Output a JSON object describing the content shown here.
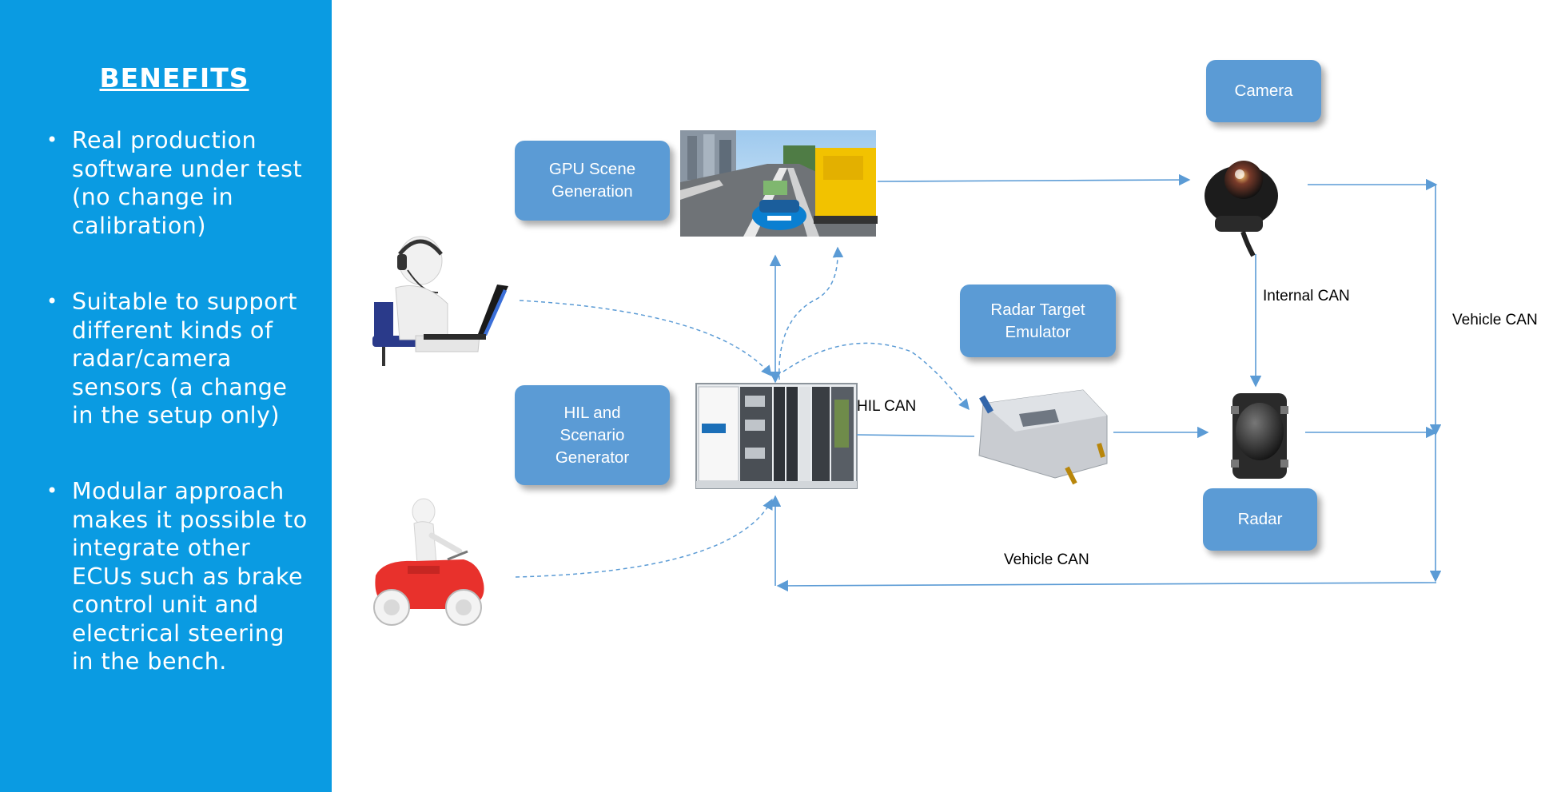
{
  "sidebar": {
    "title": "BENEFITS",
    "bullets": [
      "Real production software under test (no change in calibration)",
      "Suitable to support different kinds of radar/camera sensors (a change in the setup only)",
      "Modular approach makes it possible to integrate other ECUs such as brake control unit and electrical steering in the bench."
    ],
    "bullet_glyph": "•",
    "background_color": "#0a9be2"
  },
  "diagram": {
    "boxes": {
      "gpu": "GPU Scene Generation",
      "hil": "HIL and Scenario Generator",
      "radar_target": "Radar Target Emulator",
      "camera": "Camera",
      "radar": "Radar"
    },
    "labels": {
      "hil_can": "HIL CAN",
      "internal_can": "Internal CAN",
      "vehicle_can_right": "Vehicle CAN",
      "vehicle_can_bottom": "Vehicle CAN"
    },
    "box_color": "#5b9bd5",
    "arrow_color": "#5b9bd5",
    "images": [
      "operator-with-laptop",
      "driver-on-toy-car",
      "driving-scene",
      "hil-chassis",
      "radar-target-emulator-device",
      "camera-sensor",
      "radar-sensor"
    ]
  }
}
